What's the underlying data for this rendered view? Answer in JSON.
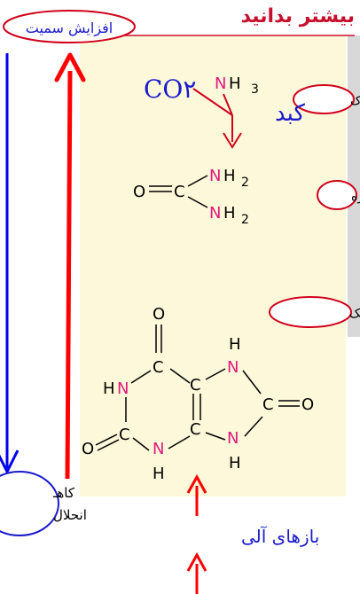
{
  "header": {
    "title": "بیشتر بدانید",
    "toxicity_label": "افزایش سمیت"
  },
  "labels": {
    "ammonia": "آمونیاک",
    "urea": "اوره",
    "uric_acid": "اسیداوریک",
    "organic_bases": "بازهای آلی",
    "decrease_cut": "کاهـ",
    "dissolution_cut": "انحلال"
  },
  "reaction": {
    "co2": "CO۲",
    "nh3_n": "N",
    "nh3_h": "H",
    "nh3_sub": "3",
    "liver": "کبد"
  },
  "urea_structure": {
    "o": "O",
    "c": "C",
    "n": "N",
    "h": "H",
    "sub": "2"
  },
  "uric_structure": {
    "o": "O",
    "c": "C",
    "n": "N",
    "h": "H"
  },
  "colors": {
    "red": "#d0021b",
    "blue": "#1a1acc",
    "magenta": "#e0197d",
    "note_bg": "#fdf8d9"
  }
}
